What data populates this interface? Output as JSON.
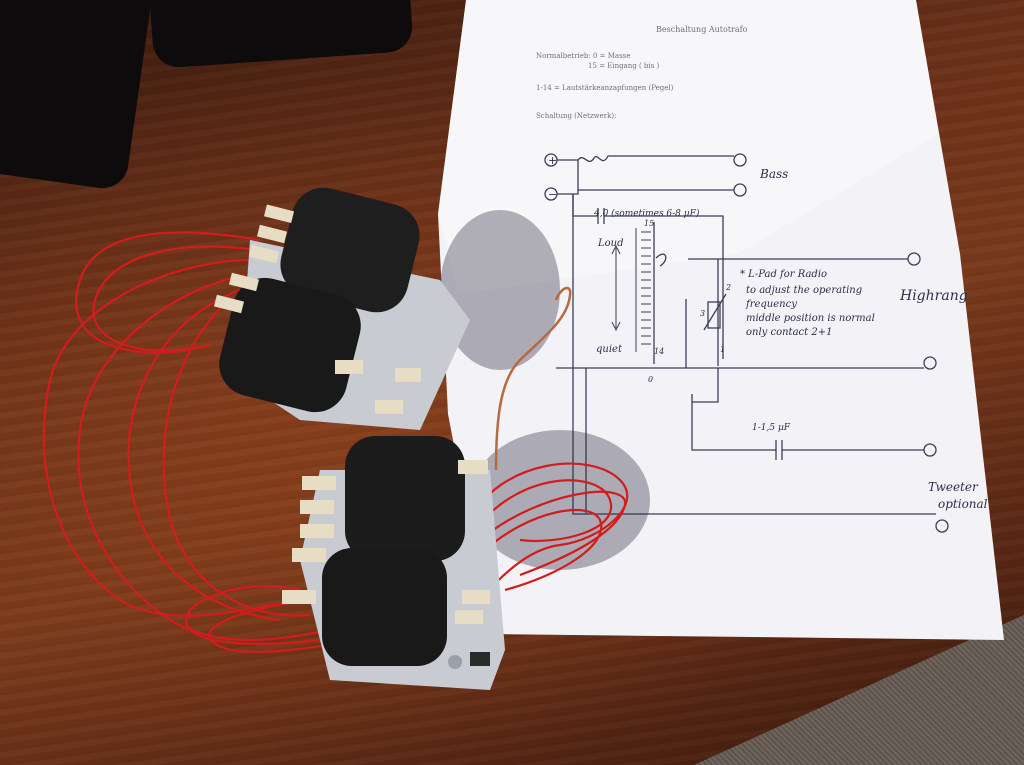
{
  "image": {
    "description_labels": {
      "header": "Beschaltung Autotrafo",
      "line1a": "Normalbetrieb: 0 = Masse",
      "line1b": "15 = Eingang ( bis )",
      "line2": "1-14 = Lautstärkeanzapfungen (Pegel)",
      "line3": "Schaltung (Netzwerk):"
    },
    "schematic": {
      "bass": "Bass",
      "highrange": "Highrang",
      "tweeter_a": "Tweeter",
      "tweeter_b": "optional",
      "cap1": "4,0 (sometimes 6-8 µF)",
      "cap2": "1-1,5 µF",
      "loud": "Loud",
      "quiet": "quiet",
      "tap_top": "15",
      "tap_bottom": "14",
      "zero": "0",
      "note1": "* L-Pad for Radio",
      "note2": "to adjust the operating",
      "note3": "frequency",
      "note4": "middle position is normal",
      "note5": "only contact 2+1",
      "pot2": "2",
      "pot3": "3",
      "pot1": "1",
      "plus": "+",
      "minus": "−"
    }
  },
  "colors": {
    "wood": "#6b3119",
    "paper": "#f4f3f6",
    "wire": "#d3201c",
    "transformer": "#1d1c1c",
    "ink": "#2a2f4a"
  }
}
